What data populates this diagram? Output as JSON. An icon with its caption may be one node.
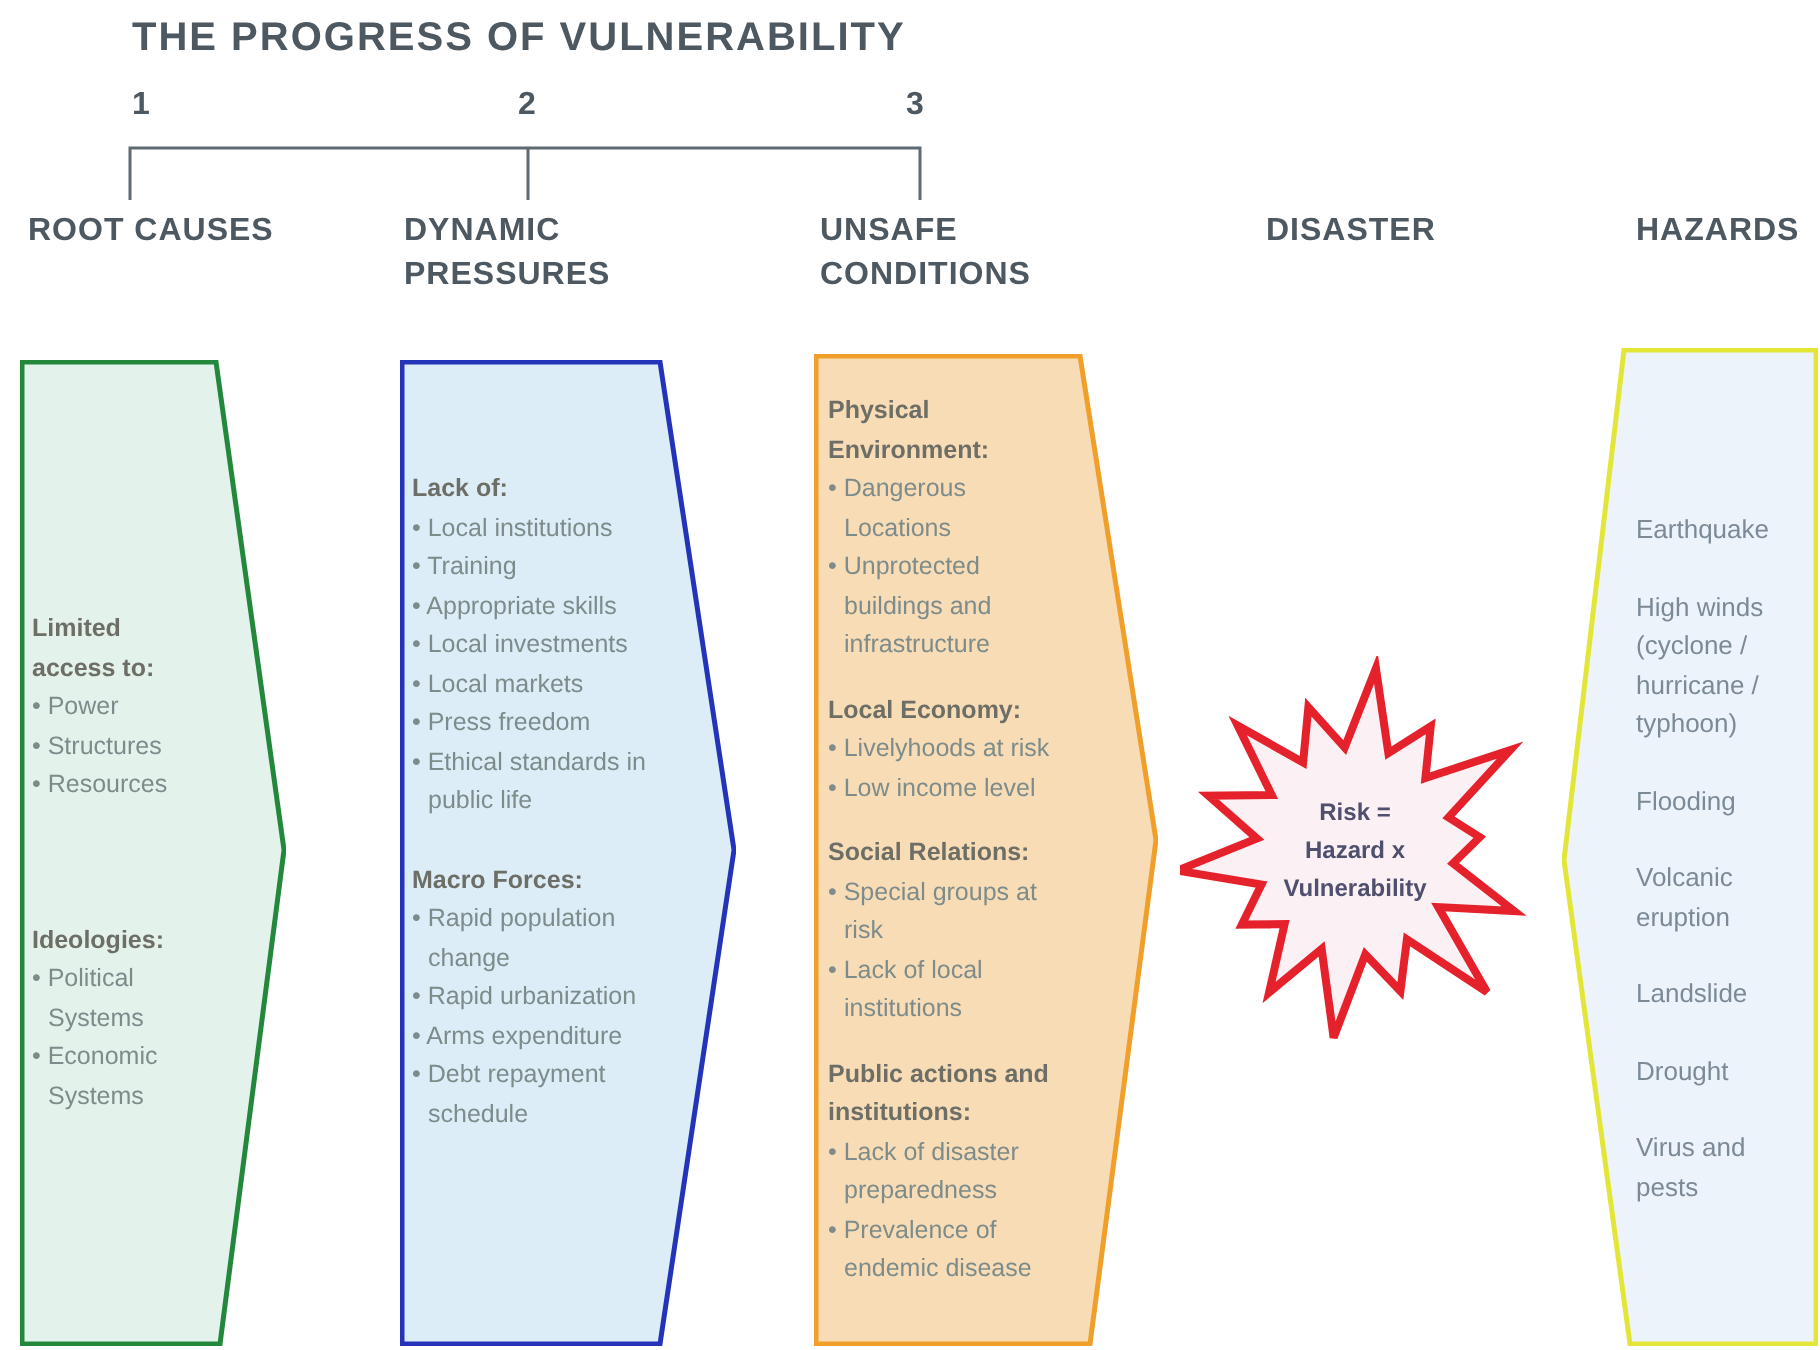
{
  "diagram": {
    "title": "THE PROGRESS OF VULNERABILITY",
    "nodes": [
      {
        "text": [
          "Limited access to:",
          "• Power",
          "• Structures",
          "• Resources",
          "Ideologies:",
          "• Political Systems",
          "• Economic Systems"
        ]
      },
      {
        "text": [
          "Lack of:",
          "• Local institutions",
          "• Training",
          "• Appropriate skills",
          "• Local investments",
          "• Local markets",
          "• Press freedom",
          "• Ethical standards in public life",
          "Macro Forces:",
          "• Rapid population change",
          "• Rapid urbanization",
          "• Arms expenditure",
          "• Debt repayment schedule"
        ]
      },
      {
        "text": [
          "Physical Environment:",
          "• Dangerous Locations",
          "• Unprotected buildings and infrastructure",
          "Local Economy:",
          "• Livelyhoods at risk",
          "• Low income level",
          "Social Relations:",
          "• Special groups at risk",
          "• Lack of local institutions",
          "Public actions and institutions:",
          "• Lack of disaster preparedness",
          "• Prevalence of endemic disease"
        ]
      },
      {
        "text": [
          "Risk = Hazard x Vulnerability"
        ]
      },
      {
        "text": [
          "Earthquake",
          "High winds (cyclone / hurricane / typhoon)",
          "Flooding",
          "Volcanic eruption",
          "Landslide",
          "Drought",
          "Virus and pests"
        ]
      }
    ],
    "labels": [
      "1",
      "2",
      "3",
      "ROOT CAUSES",
      "DYNAMIC PRESSURES",
      "UNSAFE CONDITIONS",
      "DISASTER",
      "HAZARDS"
    ]
  }
}
